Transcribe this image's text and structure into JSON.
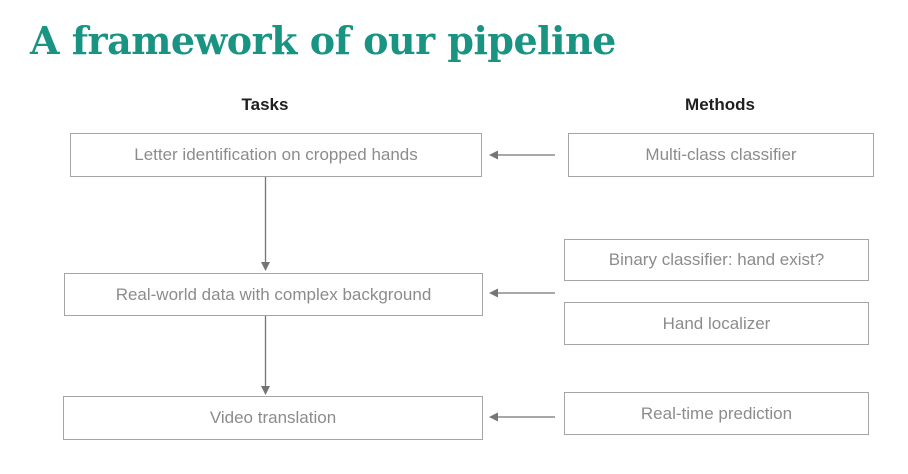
{
  "title": "A framework of our pipeline",
  "columns": {
    "tasks": "Tasks",
    "methods": "Methods"
  },
  "tasks": [
    {
      "label": "Letter identification on cropped hands"
    },
    {
      "label": "Real-world data with complex background"
    },
    {
      "label": "Video translation"
    }
  ],
  "methods": [
    {
      "label": "Multi-class classifier"
    },
    {
      "label": "Binary classifier: hand exist?"
    },
    {
      "label": "Hand localizer"
    },
    {
      "label": "Real-time prediction"
    }
  ],
  "colors": {
    "title": "#1a9482",
    "header_text": "#1f1f1f",
    "box_border": "#a5a5a5",
    "box_text": "#8c8c8c",
    "arrow": "#757575",
    "background": "#ffffff"
  }
}
